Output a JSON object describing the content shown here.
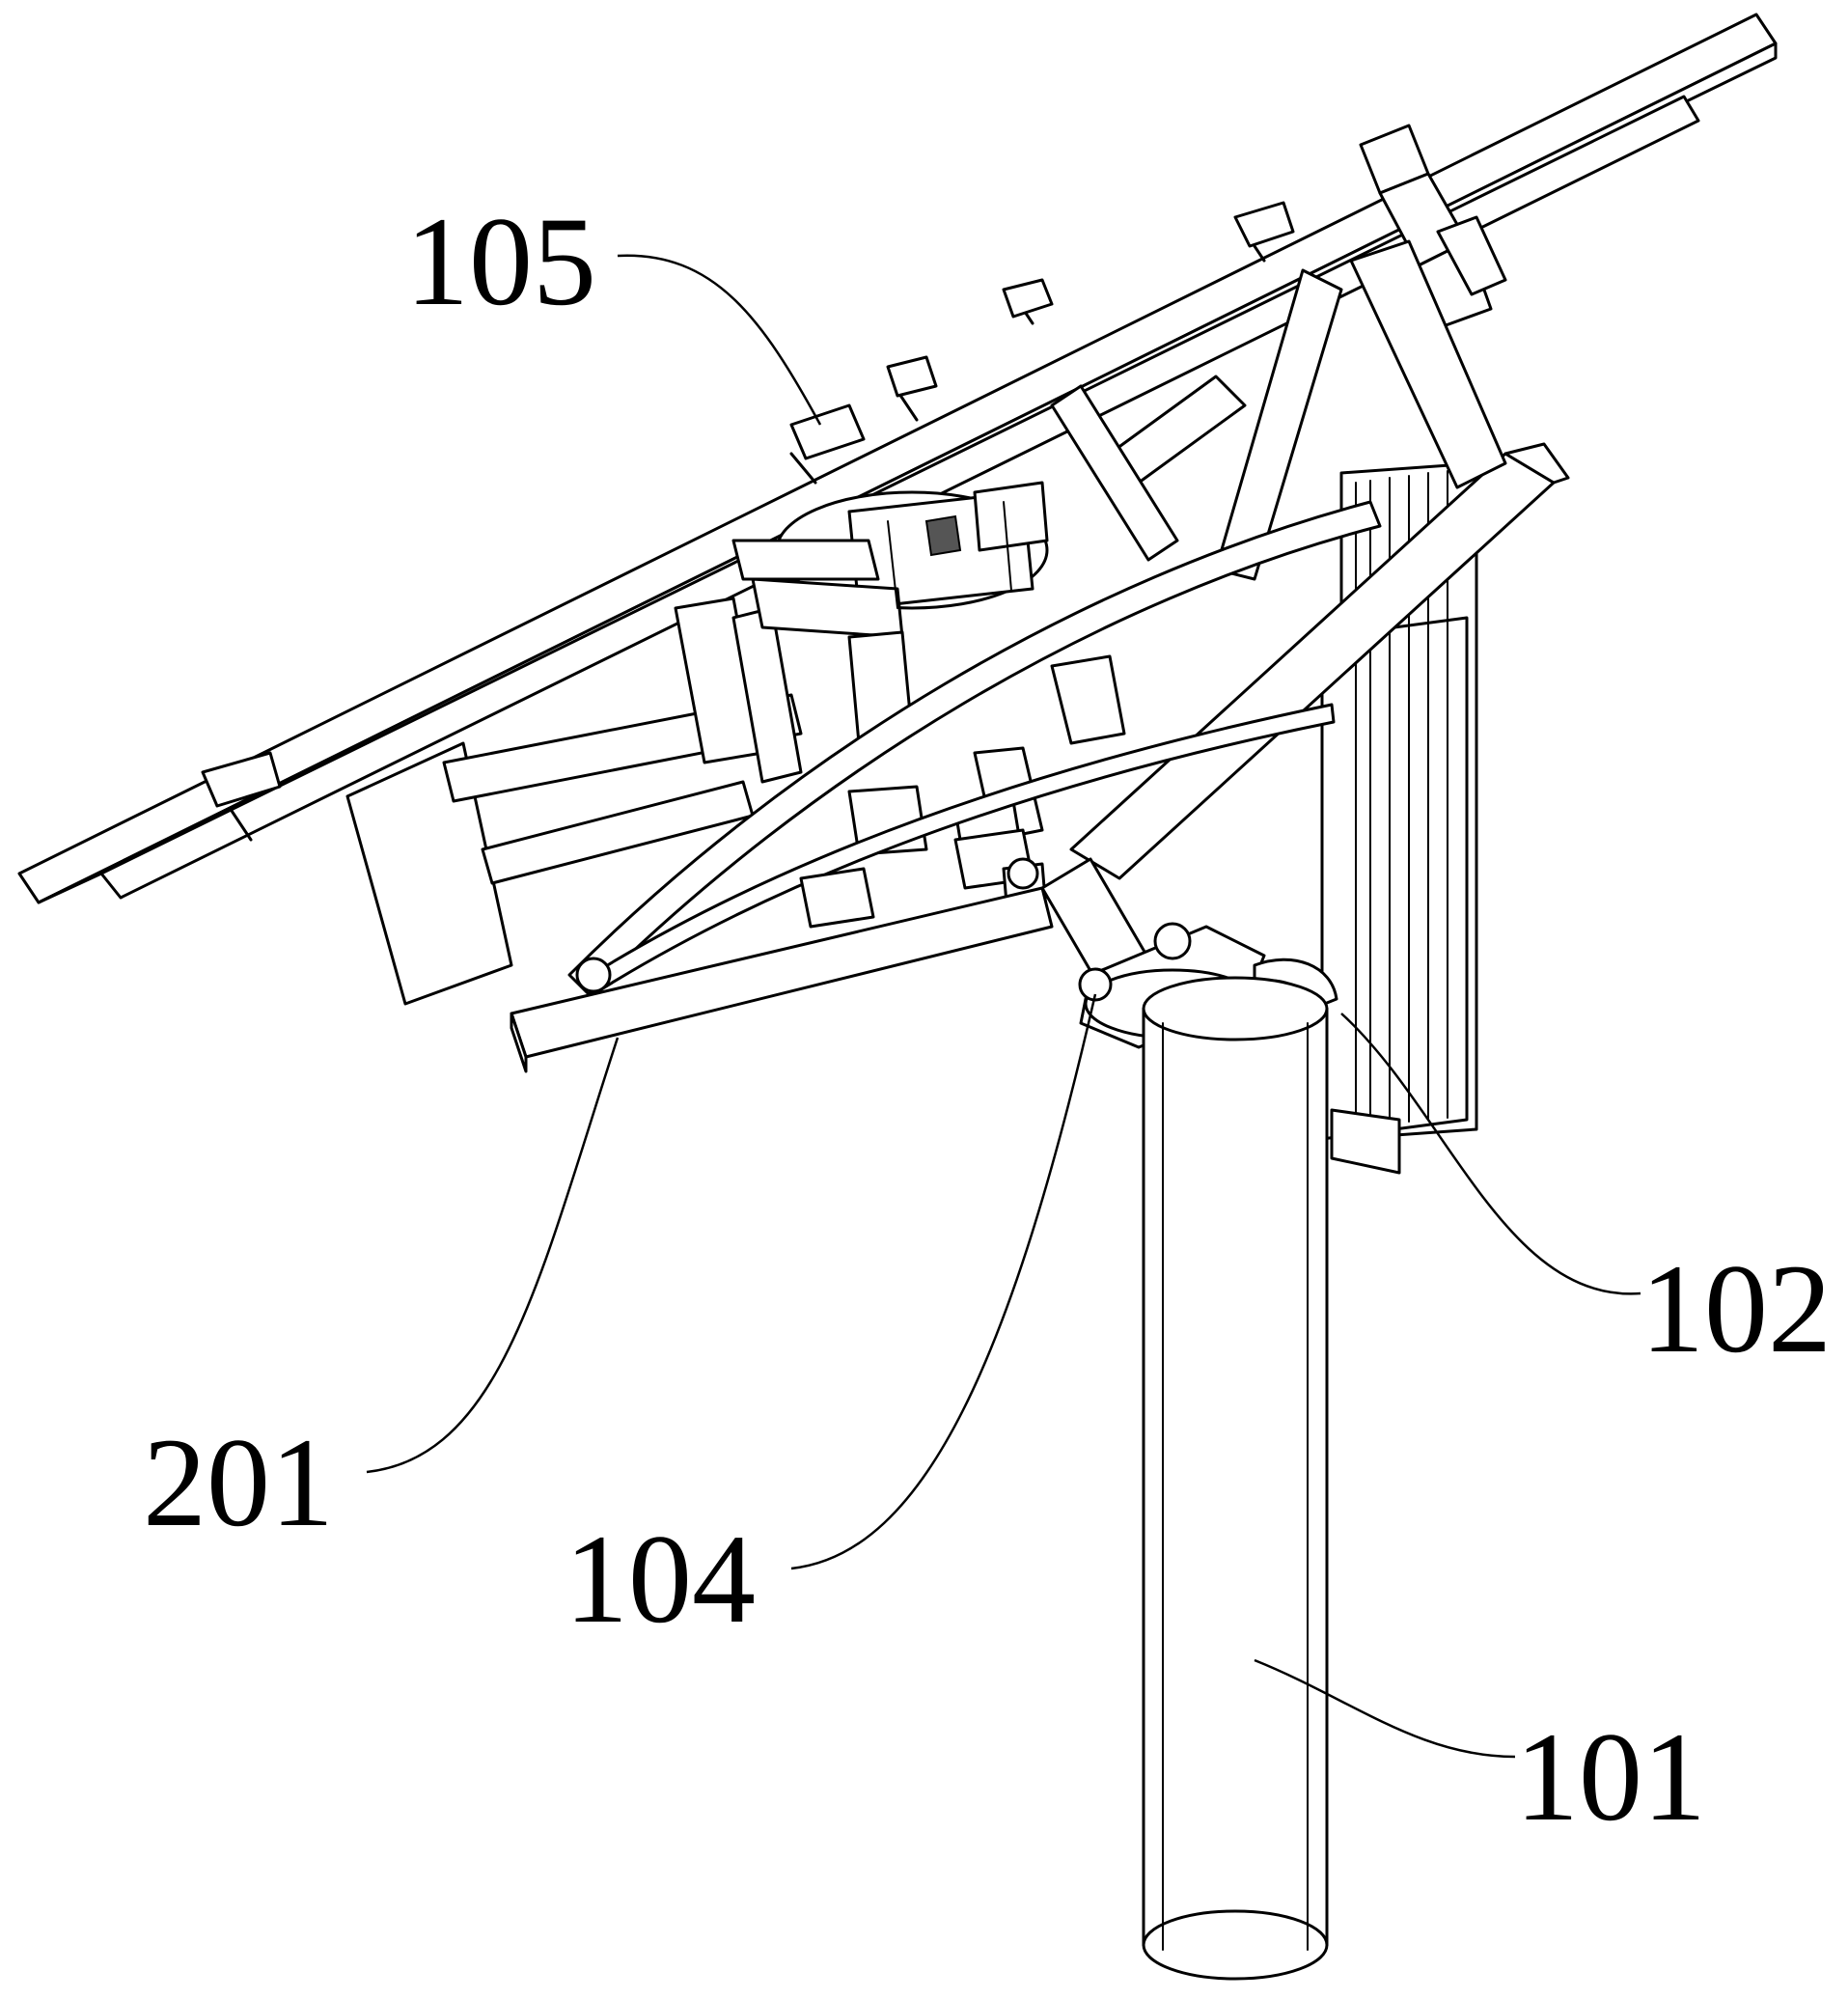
{
  "figure": {
    "labels": [
      {
        "id": "105",
        "text": "105"
      },
      {
        "id": "102",
        "text": "102"
      },
      {
        "id": "201",
        "text": "201"
      },
      {
        "id": "104",
        "text": "104"
      },
      {
        "id": "101",
        "text": "101"
      }
    ],
    "colors": {
      "line": "#000000",
      "background": "#ffffff",
      "dark_part": "#555555"
    }
  }
}
